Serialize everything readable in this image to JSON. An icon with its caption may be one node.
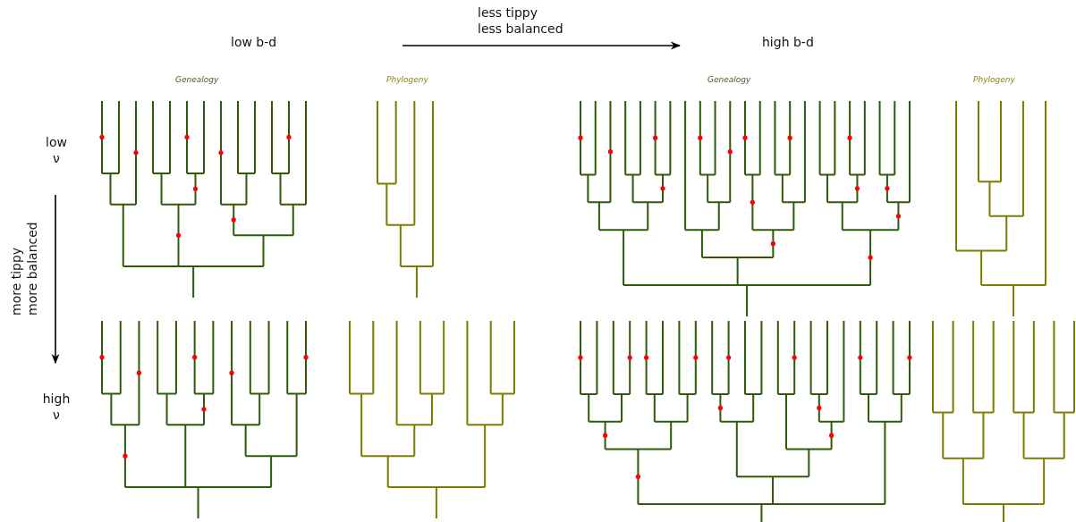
{
  "diagram": {
    "labels": [
      "less tippy less balanced",
      "low b-d",
      "high b-d",
      "Genealogy",
      "Phylogeny",
      "Genealogy",
      "Phylogeny",
      "low ν",
      "more tippy more balanced",
      "high ν"
    ]
  }
}
